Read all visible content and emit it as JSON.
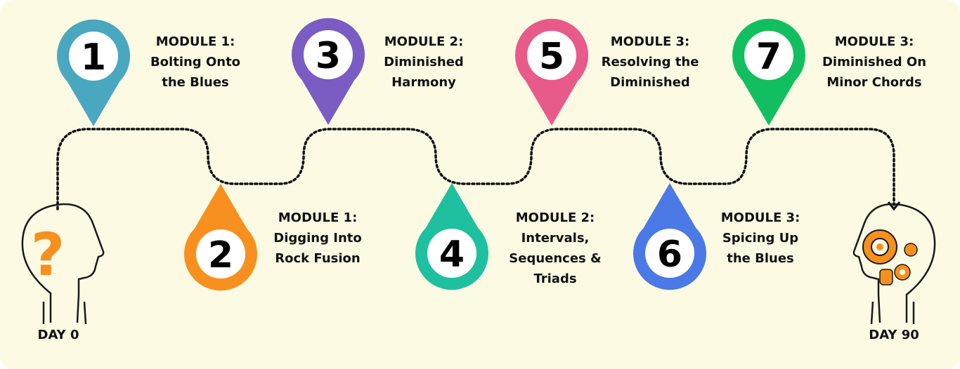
{
  "start_label": "DAY 0",
  "end_label": "DAY 90",
  "steps": [
    {
      "number": "1",
      "module": "MODULE 1:",
      "title_lines": [
        "Bolting Onto",
        "the Blues"
      ],
      "color": "#4aa7c0"
    },
    {
      "number": "2",
      "module": "MODULE 1:",
      "title_lines": [
        "Digging Into",
        "Rock Fusion"
      ],
      "color": "#f7901e"
    },
    {
      "number": "3",
      "module": "MODULE 2:",
      "title_lines": [
        "Diminished",
        "Harmony"
      ],
      "color": "#7a5cc4"
    },
    {
      "number": "4",
      "module": "MODULE 2:",
      "title_lines": [
        "Intervals,",
        "Sequences &",
        "Triads"
      ],
      "color": "#1fc0a0"
    },
    {
      "number": "5",
      "module": "MODULE 3:",
      "title_lines": [
        "Resolving the",
        "Diminished"
      ],
      "color": "#e85a8a"
    },
    {
      "number": "6",
      "module": "MODULE 3:",
      "title_lines": [
        "Spicing Up",
        "the Blues"
      ],
      "color": "#4b79e6"
    },
    {
      "number": "7",
      "module": "MODULE 3:",
      "title_lines": [
        "Diminished On",
        "Minor Chords"
      ],
      "color": "#12bf60"
    }
  ],
  "icons": {
    "start": "head-question-icon",
    "end": "head-gears-icon"
  },
  "accent_colors": {
    "background": "#fdfae4",
    "question_mark": "#f7901e",
    "gears": "#f7901e"
  }
}
